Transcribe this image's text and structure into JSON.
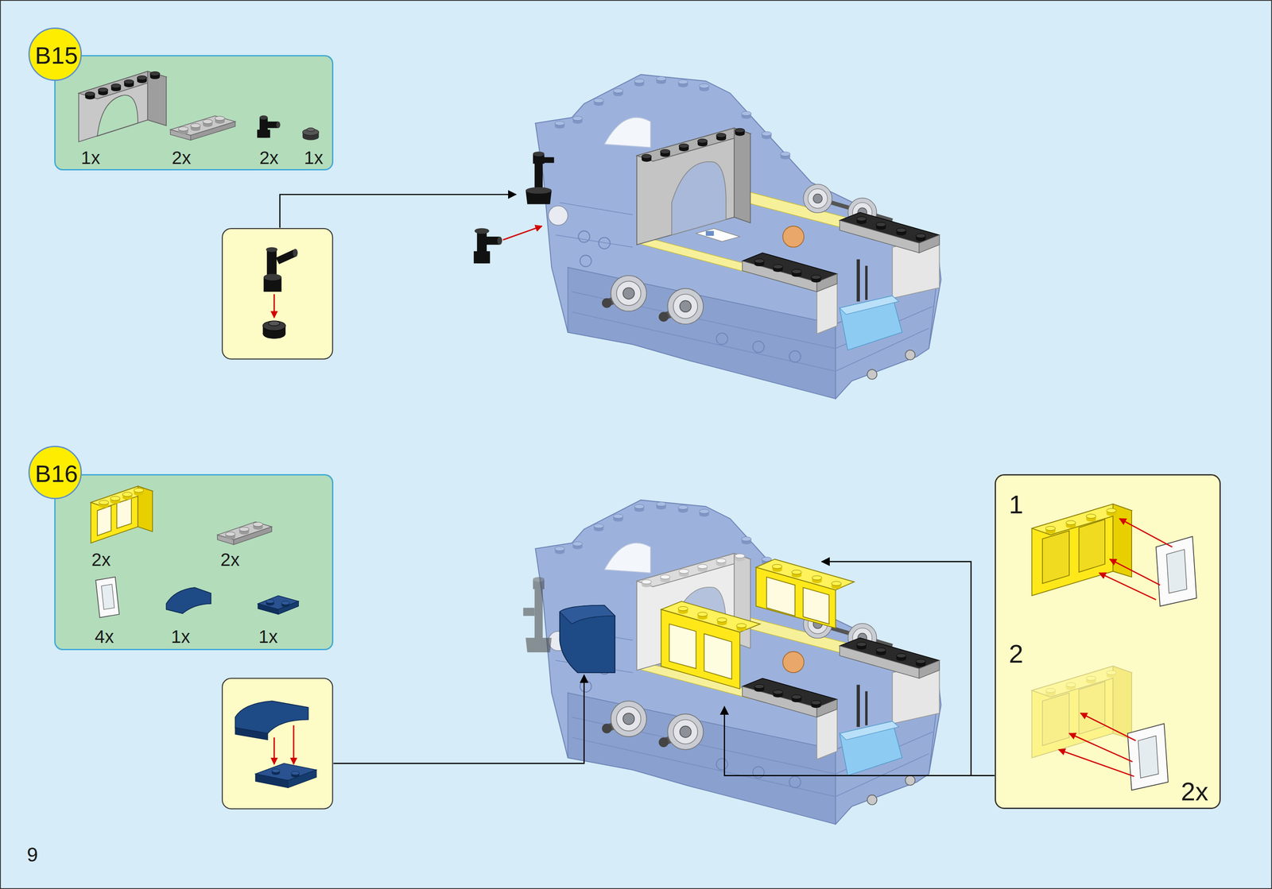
{
  "diagram": {
    "nodes": [
      {
        "text": [
          "B15"
        ]
      },
      {
        "text": [
          "1x",
          "2x",
          "2x",
          "1x"
        ]
      },
      {
        "text": [
          "B16"
        ]
      },
      {
        "text": [
          "2x",
          "2x",
          "4x",
          "1x",
          "1x"
        ]
      },
      {
        "text": [
          "1",
          "2",
          "2x"
        ]
      }
    ],
    "labels": [
      "9"
    ]
  }
}
